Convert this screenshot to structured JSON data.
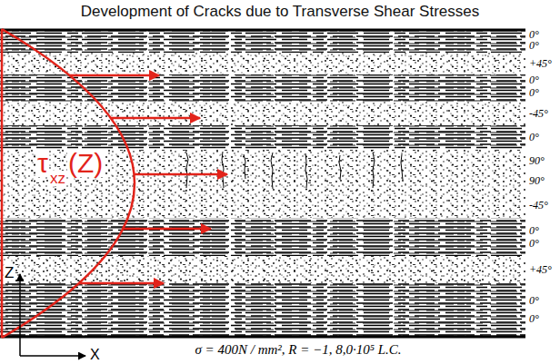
{
  "diagram": {
    "title": "Development of Cracks due to Transverse Shear Stresses",
    "caption": "σ = 400N / mm², R = −1, 8,0·10⁵ L.C.",
    "labels": [
      "τ",
      "xz",
      "(Z)",
      "Z",
      "X",
      "0°",
      "0°",
      "+45°",
      "0°",
      "0°",
      "-45°",
      "0°",
      "90°",
      "90°",
      "-45°",
      "0°",
      "0°",
      "+45°",
      "0°",
      "0°"
    ]
  }
}
